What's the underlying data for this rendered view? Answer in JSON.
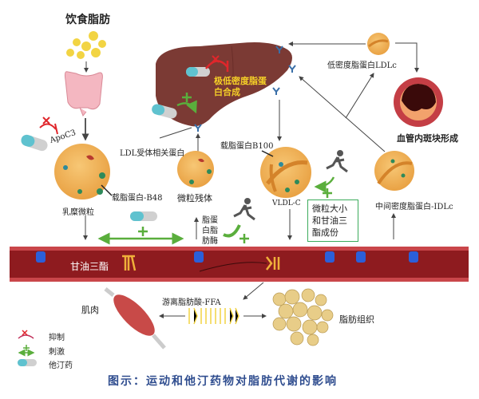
{
  "diagram": {
    "title": "图示：运动和他汀药物对脂肪代谢的影响",
    "labels": {
      "dietary_fat": "饮食脂肪",
      "apoc3": "ApoC3",
      "chylomicron": "乳糜微粒",
      "apob48": "载脂蛋白-B48",
      "ldl_receptor_protein": "LDL受体相关蛋白",
      "chylomicron_remnant": "微粒残体",
      "vldl_synthesis": "极低密度脂蛋白合成",
      "apob100": "载脂蛋白B100",
      "vldl": "VLDL-C",
      "ldl": "低密度脂蛋白LDLc",
      "plaque": "血管内斑块形成",
      "idl": "中间密度脂蛋白-IDLc",
      "lipoprotein_lipase": "脂蛋白脂肪酶",
      "particle_box": "微粒大小和甘油三酯成份",
      "triglyceride": "甘油三酯",
      "ffa": "游离脂肪酸-FFA",
      "muscle": "肌肉",
      "adipose": "脂肪组织"
    },
    "legend": [
      {
        "icon": "inhibit-icon",
        "label": "抑制"
      },
      {
        "icon": "stimulate-icon",
        "label": "刺激"
      },
      {
        "icon": "statin-pill-icon",
        "label": "他汀药"
      }
    ],
    "colors": {
      "vessel": "#8e1b1f",
      "vessel_edge": "#c9464a",
      "liver": "#7b3a34",
      "inhibit": "#e0262b",
      "stimulate": "#5aae3c",
      "particle": "#f2b45c",
      "title": "#2f4d8f"
    }
  }
}
